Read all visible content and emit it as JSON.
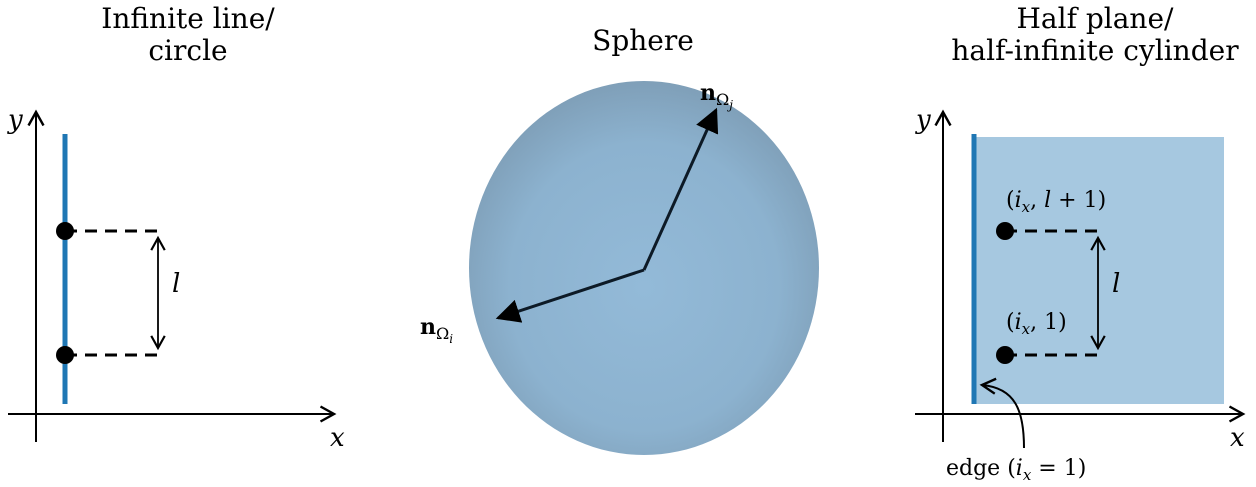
{
  "panels": {
    "left": {
      "title_line1": "Infinite line/",
      "title_line2": "circle",
      "x_axis": "x",
      "y_axis": "y",
      "spacing_label": "l"
    },
    "middle": {
      "title": "Sphere",
      "vec_j": {
        "base": "n",
        "sub": "Ω",
        "subsub": "j"
      },
      "vec_i": {
        "base": "n",
        "sub": "Ω",
        "subsub": "i"
      }
    },
    "right": {
      "title_line1": "Half plane/",
      "title_line2": "half-infinite cylinder",
      "x_axis": "x",
      "y_axis": "y",
      "spacing_label": "l",
      "point_upper": {
        "open": "(",
        "i": "i",
        "isub": "x",
        "comma": ", ",
        "l": "l",
        "rest": " + 1)"
      },
      "point_lower": {
        "open": "(",
        "i": "i",
        "isub": "x",
        "rest": ", 1)"
      },
      "edge_label": {
        "prefix": "edge (",
        "i": "i",
        "isub": "x",
        "rest": " = 1)"
      }
    }
  },
  "colors": {
    "line_blue": "#1f77b4",
    "half_plane_fill": "#a6c8e0",
    "sphere_light": "#93bad8",
    "sphere_dark": "#7f9fb8"
  }
}
